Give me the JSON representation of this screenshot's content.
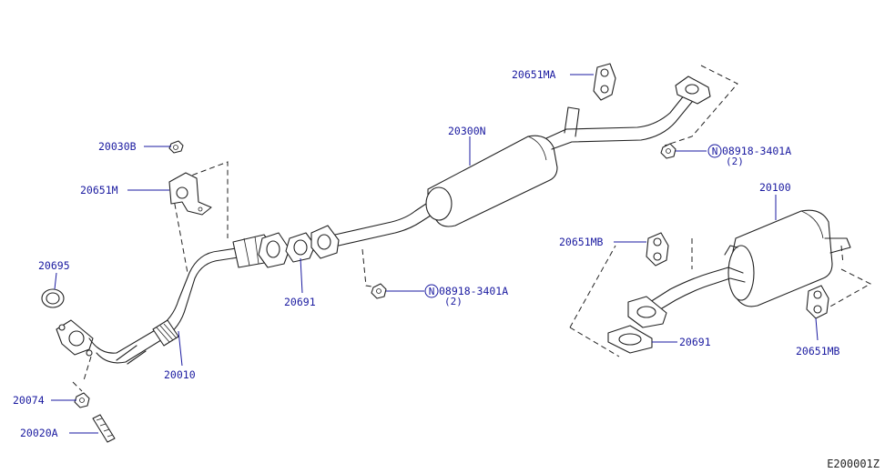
{
  "diagram_code": "E200001Z",
  "colors": {
    "label": "#1a1aa0",
    "line": "#222222",
    "background": "#ffffff"
  },
  "labels": {
    "p20030B": "20030B",
    "p20651M": "20651M",
    "p20695": "20695",
    "p20074": "20074",
    "p20020A": "20020A",
    "p20010": "20010",
    "p20691_front": "20691",
    "p20300N": "20300N",
    "p20651MA": "20651MA",
    "p08918_front": "08918-3401A",
    "p08918_front_qty": "(2)",
    "p08918_rear": "08918-3401A",
    "p08918_rear_qty": "(2)",
    "p20100": "20100",
    "p20651MB_upper": "20651MB",
    "p20691_rear": "20691",
    "p20651MB_lower": "20651MB",
    "nut_symbol_front": "N",
    "nut_symbol_rear": "N"
  }
}
